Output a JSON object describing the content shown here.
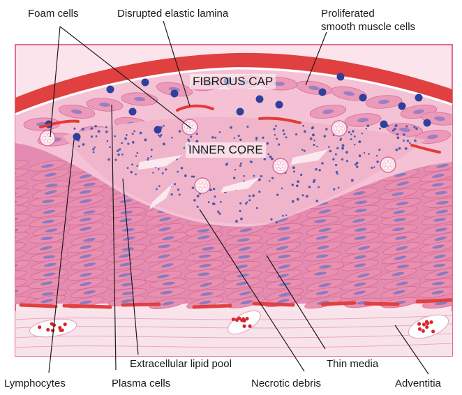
{
  "labels": {
    "foam_cells": "Foam cells",
    "disrupted_elastic_lamina": "Disrupted elastic lamina",
    "proliferated_smc_line1": "Proliferated",
    "proliferated_smc_line2": "smooth muscle cells",
    "fibrous_cap": "FIBROUS CAP",
    "inner_core": "INNER CORE",
    "extracellular_lipid_pool": "Extracellular lipid pool",
    "thin_media": "Thin media",
    "lymphocytes": "Lymphocytes",
    "plasma_cells": "Plasma cells",
    "necrotic_debris": "Necrotic debris",
    "adventitia": "Adventitia"
  },
  "colors": {
    "endothelium_red": "#e0403f",
    "smooth_muscle_pink": "#e98fb0",
    "cap_pink": "#f5c6d6",
    "nucleus_blue": "#2f3f9e",
    "elastic_red": "#e23b34",
    "adventitia_pale": "#f7e2ea",
    "frame_pink": "#e26b8f"
  }
}
